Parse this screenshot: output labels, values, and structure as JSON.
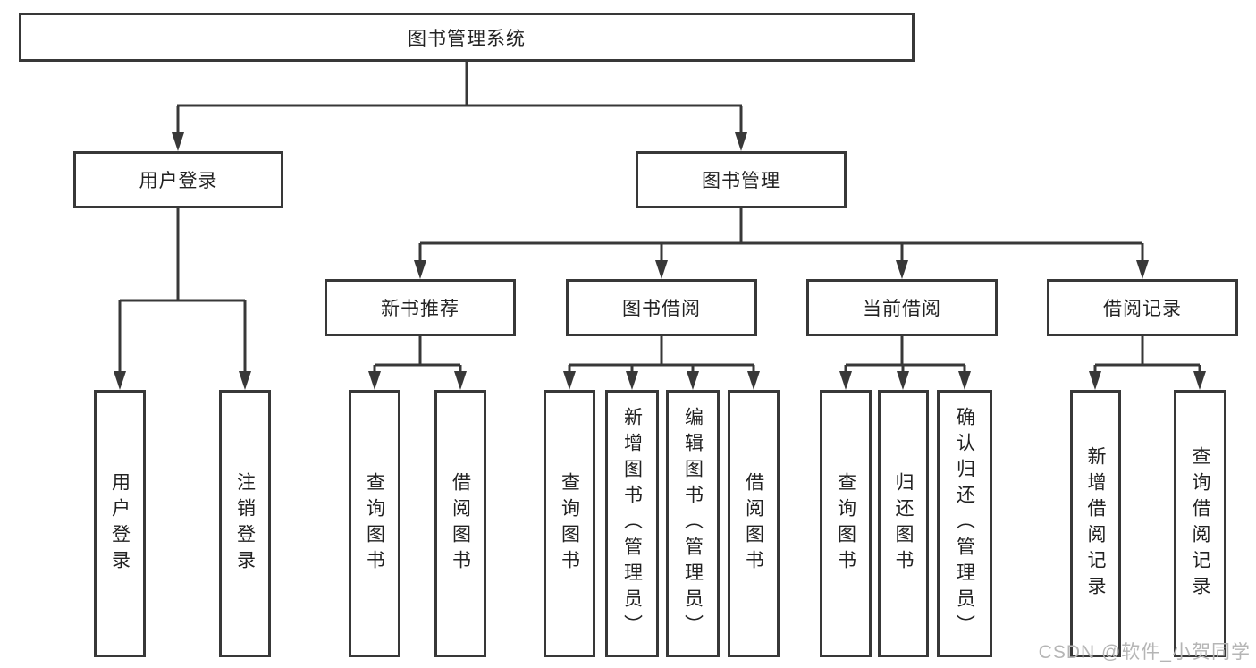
{
  "diagram": {
    "title": "图书管理系统",
    "branches": [
      {
        "label": "用户登录",
        "leaves": [
          "用户登录",
          "注销登录"
        ]
      },
      {
        "label": "图书管理",
        "children": [
          {
            "label": "新书推荐",
            "leaves": [
              "查询图书",
              "借阅图书"
            ]
          },
          {
            "label": "图书借阅",
            "leaves": [
              "查询图书",
              "新增图书（管理员）",
              "编辑图书（管理员）",
              "借阅图书"
            ]
          },
          {
            "label": "当前借阅",
            "leaves": [
              "查询图书",
              "归还图书",
              "确认归还（管理员）"
            ]
          },
          {
            "label": "借阅记录",
            "leaves": [
              "新增借阅记录",
              "查询借阅记录"
            ]
          }
        ]
      }
    ]
  },
  "watermark": "CSDN @软件_小贺同学",
  "colors": {
    "line": "#383838",
    "text": "#222222",
    "watermark": "#b5b5b5",
    "background": "#ffffff"
  }
}
